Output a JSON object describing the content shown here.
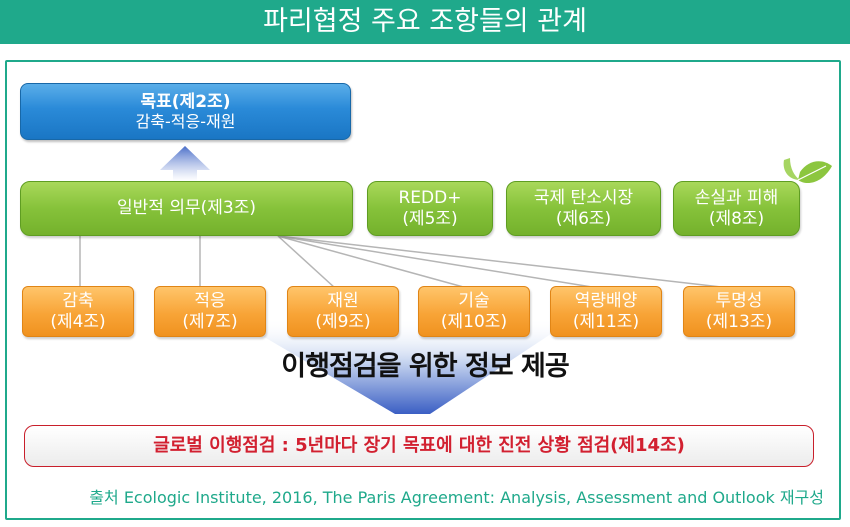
{
  "header": {
    "title": "파리협정 주요 조항들의 관계"
  },
  "goal": {
    "title": "목표(제2조)",
    "subtitle": "감축-적응-재원"
  },
  "general_obligation": {
    "label": "일반적 의무(제3조)"
  },
  "green_articles": [
    {
      "line1": "REDD+",
      "line2": "(제5조)"
    },
    {
      "line1": "국제 탄소시장",
      "line2": "(제6조)"
    },
    {
      "line1": "손실과 피해",
      "line2": "(제8조)"
    }
  ],
  "orange_articles": [
    {
      "line1": "감축",
      "line2": "(제4조)"
    },
    {
      "line1": "적응",
      "line2": "(제7조)"
    },
    {
      "line1": "재원",
      "line2": "(제9조)"
    },
    {
      "line1": "기술",
      "line2": "(제10조)"
    },
    {
      "line1": "역량배양",
      "line2": "(제11조)"
    },
    {
      "line1": "투명성",
      "line2": "(제13조)"
    }
  ],
  "info_label": "이행점검을 위한 정보 제공",
  "global_stocktake": "글로벌 이행점검 : 5년마다 장기 목표에 대한 진전 상황 점검(제14조)",
  "source": "출처 Ecologic Institute, 2016, The Paris Agreement: Analysis, Assessment and Outlook 재구성",
  "colors": {
    "header": "#1fa98b",
    "goal": "#2a8ad8",
    "green": "#86c23a",
    "orange": "#f8a437",
    "alert": "#d22030"
  }
}
